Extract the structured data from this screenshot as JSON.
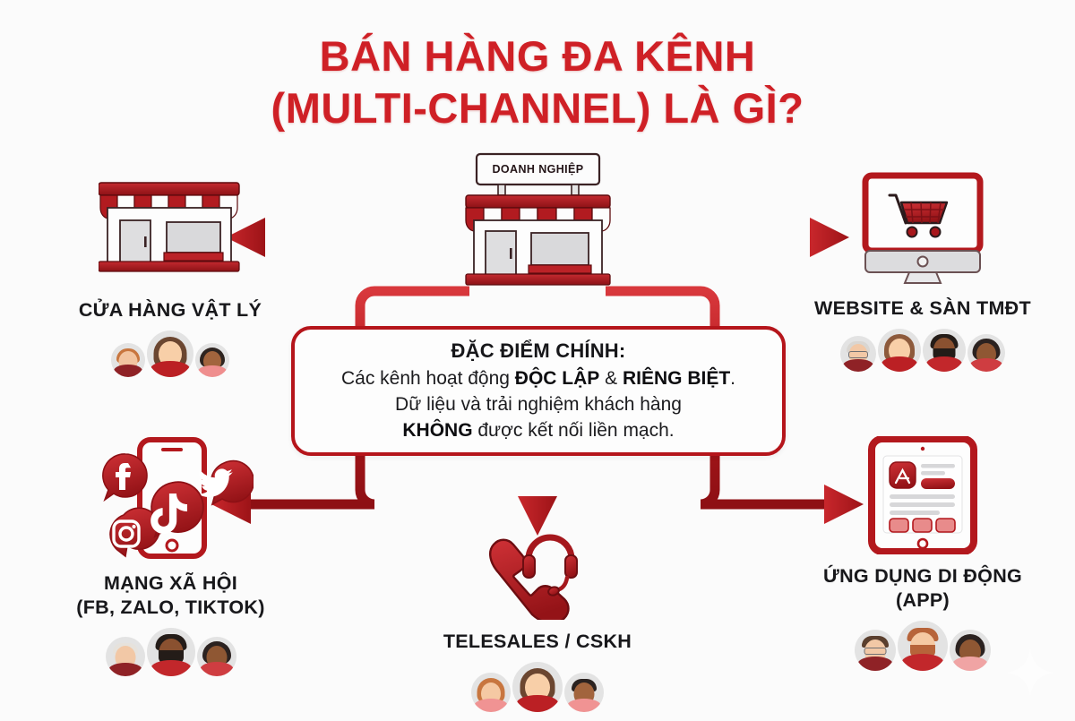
{
  "title": {
    "line1": "BÁN HÀNG ĐA KÊNH",
    "line2": "(MULTI-CHANNEL) LÀ GÌ?",
    "color": "#cf2026"
  },
  "center_hub": {
    "icon": "storefront-icon",
    "sign_text": "DOANH NGHIỆP"
  },
  "callout": {
    "heading": "ĐẶC ĐIỂM CHÍNH:",
    "line1_pre": "Các kênh hoạt động ",
    "line1_b1": "ĐỘC LẬP",
    "line1_mid": " & ",
    "line1_b2": "RIÊNG BIỆT",
    "line1_post": ".",
    "line2": "Dữ liệu và trải nghiệm khách hàng",
    "line3_b": "KHÔNG",
    "line3_post": " được kết nối liền mạch.",
    "border_color": "#b5151b"
  },
  "channels": [
    {
      "id": "physical-store",
      "label": "CỬA HÀNG VẬT LÝ",
      "label_line2": "",
      "icon": "shop-awning-icon",
      "arrow_direction": "left",
      "avatar_count": 3
    },
    {
      "id": "website-ecommerce",
      "label": "WEBSITE & SÀN TMĐT",
      "label_line2": "",
      "icon": "desktop-monitor-cart-icon",
      "arrow_direction": "right",
      "avatar_count": 4
    },
    {
      "id": "social-media",
      "label": "MẠNG XÃ HỘI",
      "label_line2": "(FB, ZALO, TIKTOK)",
      "icon": "smartphone-social-bubbles-icon",
      "arrow_direction": "left",
      "avatar_count": 3
    },
    {
      "id": "telesales",
      "label": "TELESALES / CSKH",
      "label_line2": "",
      "icon": "phone-headset-icon",
      "arrow_direction": "down",
      "avatar_count": 3
    },
    {
      "id": "mobile-app",
      "label": "ỨNG DỤNG DI ĐỘNG",
      "label_line2": "(APP)",
      "icon": "tablet-appstore-icon",
      "arrow_direction": "right",
      "avatar_count": 3
    }
  ],
  "palette": {
    "background": "#fbfbfb",
    "accent_red": "#c0282d",
    "deep_red": "#9e1216",
    "text_dark": "#18181b",
    "avatar_bg": "#e3e3e3"
  },
  "watermark": {
    "icon": "four-point-star-icon"
  }
}
